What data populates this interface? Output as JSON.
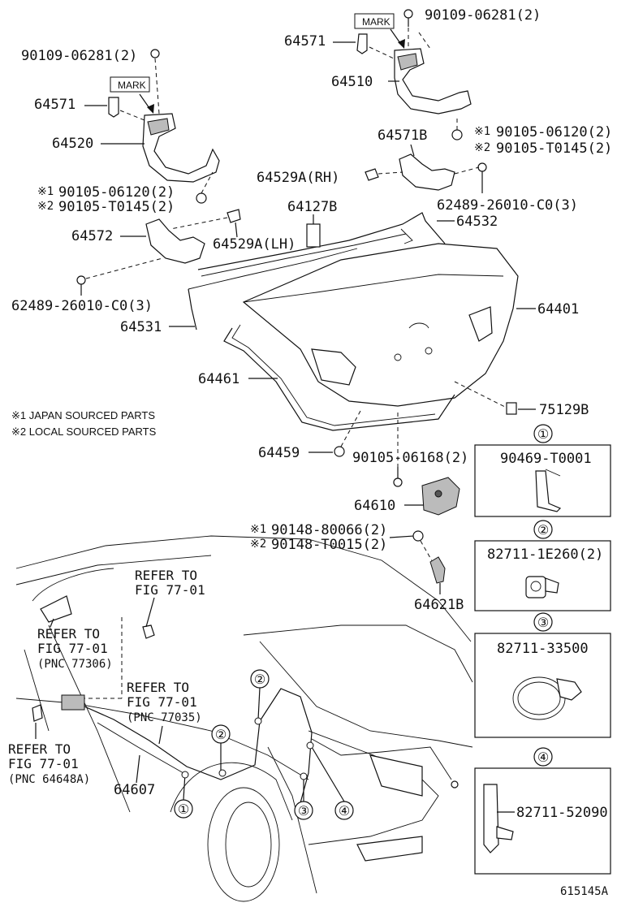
{
  "parts": {
    "p90109_top": "90109-06281(2)",
    "p90109_left": "90109-06281(2)",
    "p64571_top": "64571",
    "p64571_left": "64571",
    "p64510": "64510",
    "p64520": "64520",
    "p64571B": "64571B",
    "p90105_06120_right": "90105-06120(2)",
    "p90105_T0145_right": "90105-T0145(2)",
    "p90105_06120_left": "90105-06120(2)",
    "p90105_T0145_left": "90105-T0145(2)",
    "p64529A_RH": "64529A(RH)",
    "p62489_right": "62489-26010-C0(3)",
    "p64127B": "64127B",
    "p64532": "64532",
    "p64572": "64572",
    "p64529A_LH": "64529A(LH)",
    "p62489_left": "62489-26010-C0(3)",
    "p64531": "64531",
    "p64401": "64401",
    "p64461": "64461",
    "p75129B": "75129B",
    "p64459": "64459",
    "p90105_06168": "90105-06168(2)",
    "p64610": "64610",
    "p90148_80066": "90148-80066(2)",
    "p90148_T0015": "90148-T0015(2)",
    "p64621B": "64621B",
    "p64607": "64607"
  },
  "marks": {
    "mark_top": "MARK",
    "mark_left": "MARK",
    "s1": "※1",
    "s2": "※2"
  },
  "notes": {
    "note1": "※1 JAPAN SOURCED PARTS",
    "note2": "※2 LOCAL SOURCED PARTS"
  },
  "refs": {
    "ref1_a": "REFER TO",
    "ref1_b": "FIG 77-01",
    "ref2_a": "REFER TO",
    "ref2_b": "FIG 77-01",
    "ref2_c": "(PNC 77306)",
    "ref3_a": "REFER TO",
    "ref3_b": "FIG 77-01",
    "ref3_c": "(PNC 77035)",
    "ref4_a": "REFER TO",
    "ref4_b": "FIG 77-01",
    "ref4_c": "(PNC 64648A)"
  },
  "clips": [
    {
      "num": "①",
      "part": "90469-T0001"
    },
    {
      "num": "②",
      "part": "82711-1E260(2)"
    },
    {
      "num": "③",
      "part": "82711-33500"
    },
    {
      "num": "④",
      "part": "82711-52090"
    }
  ],
  "callouts": [
    "①",
    "②",
    "③",
    "④"
  ],
  "illustration_id": "615145A"
}
